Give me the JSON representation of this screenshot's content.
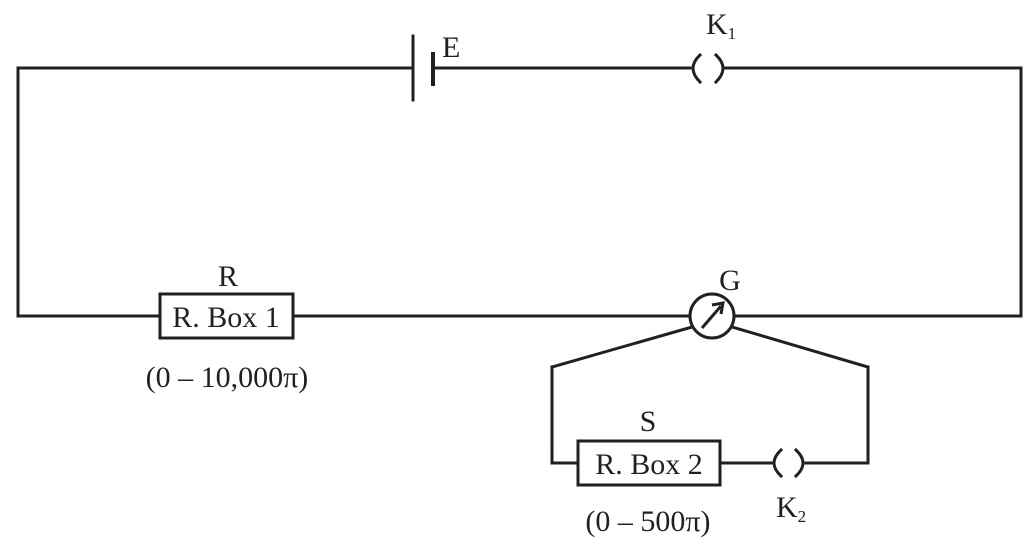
{
  "labels": {
    "battery": "E",
    "key1_main": "K",
    "key1_sub": "1",
    "key2_main": "K",
    "key2_sub": "2",
    "galvanometer": "G",
    "resistor_r": "R",
    "resistor_s": "S",
    "box1_text": "R. Box 1",
    "box2_text": "R. Box 2",
    "box1_range": "(0 – 10,000π)",
    "box2_range": "(0 – 500π)"
  }
}
